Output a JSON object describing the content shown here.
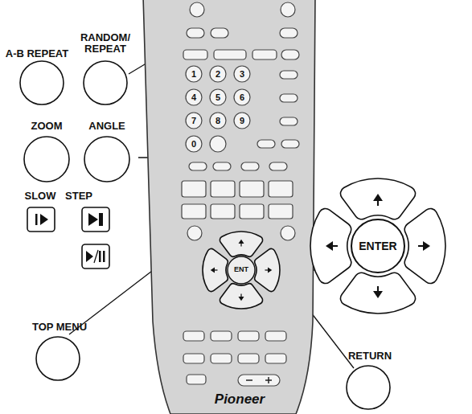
{
  "diagram": {
    "nodes": [
      {
        "text": [
          "ENTER"
        ]
      }
    ],
    "labels": [
      "A-B REPEAT",
      "RANDOM/ REPEAT",
      "ZOOM",
      "ANGLE",
      "SLOW",
      "STEP",
      "1",
      "2",
      "3",
      "4",
      "5",
      "6",
      "7",
      "8",
      "9",
      "0",
      "ENT",
      "TOP MENU",
      "RETURN",
      "Pioneer"
    ]
  }
}
